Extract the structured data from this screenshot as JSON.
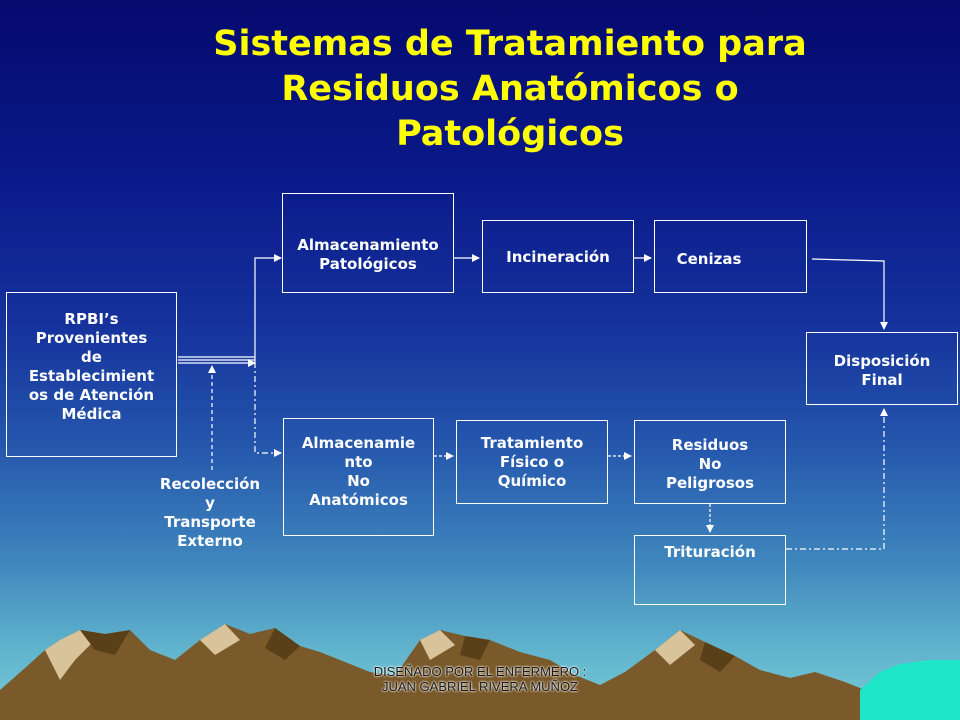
{
  "title": {
    "line1": "Sistemas de Tratamiento para",
    "line2": "Residuos Anatómicos o",
    "line3": "Patológicos"
  },
  "nodes": {
    "rpbi": [
      "RPBI’s",
      "Provenientes",
      "de",
      "Establecimient",
      "os de Atención",
      "Médica"
    ],
    "almacenamiento_patologicos": [
      "Almacenamiento",
      "Patológicos"
    ],
    "incineracion": [
      "Incineración"
    ],
    "cenizas": [
      "Cenizas"
    ],
    "disposicion_final": [
      "Disposición",
      "Final"
    ],
    "almacenamiento_no_anatomicos": [
      "Almacenamie",
      "nto",
      "No",
      "Anatómicos"
    ],
    "tratamiento": [
      "Tratamiento",
      "Físico o",
      "Químico"
    ],
    "residuos_no_peligrosos": [
      "Residuos",
      "No",
      "Peligrosos"
    ],
    "trituracion": [
      "Trituración"
    ],
    "recoleccion": [
      "Recolección",
      "y",
      "Transporte",
      "Externo"
    ]
  },
  "footer": {
    "line1": "DISEÑADO POR EL ENFERMERO :",
    "line2": "JUAN GABRIEL RIVERA MUÑOZ"
  },
  "colors": {
    "title": "#ffff00",
    "text": "#ffffff",
    "lines": "#ffffff"
  }
}
